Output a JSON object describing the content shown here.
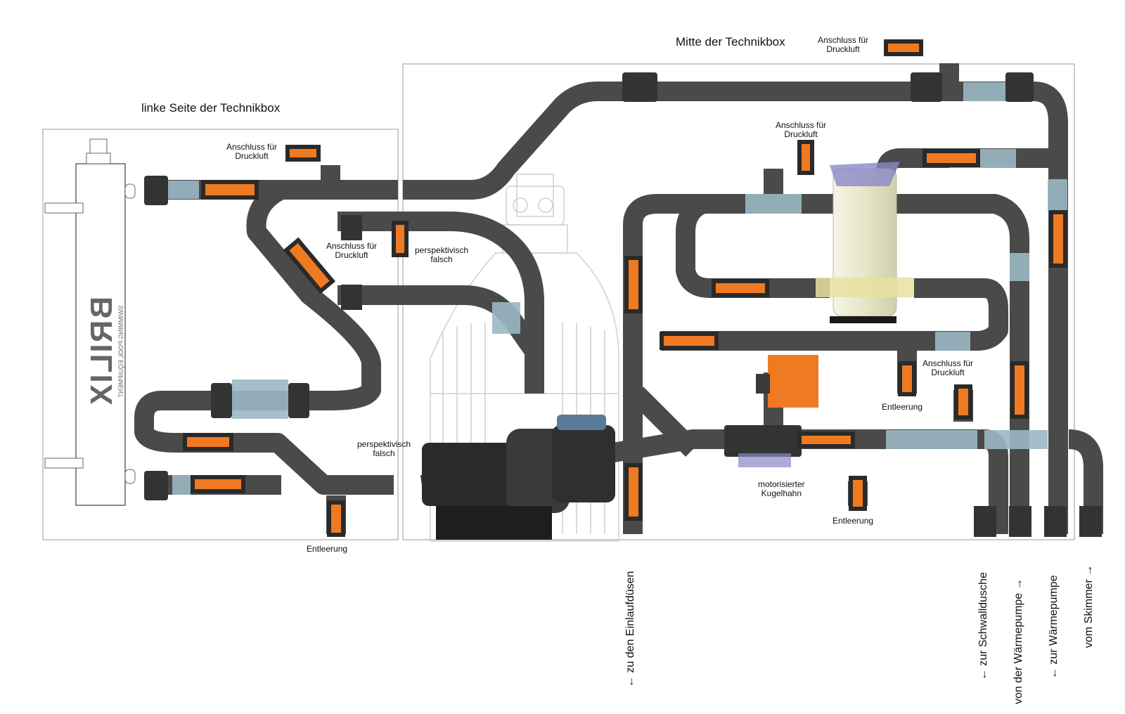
{
  "titles": {
    "left_box": "linke Seite der Technikbox",
    "middle_box": "Mitte der Technikbox"
  },
  "labels": {
    "air_top": [
      "Anschluss für",
      "Druckluft"
    ],
    "air_left": [
      "Anschluss für",
      "Druckluft"
    ],
    "air_mid": [
      "Anschluss für",
      "Druckluft"
    ],
    "air_skimmer": [
      "Anschluss für",
      "Druckluft"
    ],
    "air_right": [
      "Anschluss für",
      "Druckluft"
    ],
    "persp_1": [
      "perspektivisch",
      "falsch"
    ],
    "persp_2": [
      "perspektivisch",
      "falsch"
    ],
    "drain_left": "Entleerung",
    "drain_mid": "Entleerung",
    "drain_right": "Entleerung",
    "ball_valve": [
      "motorisierter",
      "Kugelhahn"
    ]
  },
  "brand": {
    "logo": "BRILIX",
    "tagline": "SWIMMING POOL EQUIPMENT"
  },
  "outlets": [
    "← zu den Einlaufdüsen",
    "← zur Schwalldusche",
    "von der Wärmepumpe →",
    "← zur Wärmepumpe",
    "vom Skimmer →"
  ],
  "colors": {
    "pipe": "#4a4a4a",
    "fitting": "#3a3a3a",
    "union": "#f07a21",
    "clear_pipe": "#9bb8c4",
    "box_border": "#999999"
  }
}
